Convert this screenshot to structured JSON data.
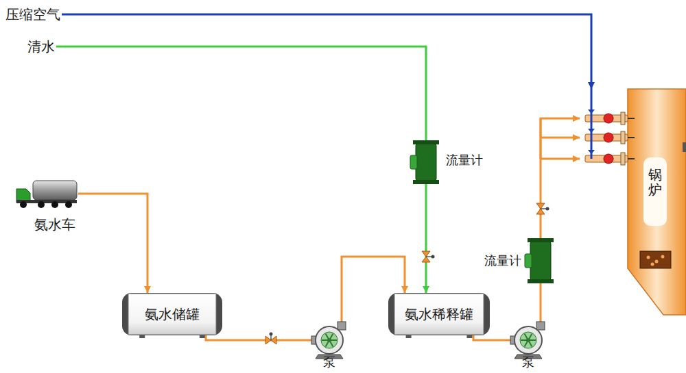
{
  "diagram": {
    "nodes": [
      {
        "text": [
          "压缩空气"
        ]
      },
      {
        "text": [
          "清水"
        ]
      },
      {
        "text": [
          "氨水车"
        ]
      },
      {
        "text": [
          "氨水储罐"
        ]
      },
      {
        "text": [
          "泵"
        ]
      },
      {
        "text": [
          "流量计"
        ]
      },
      {
        "text": [
          "氨水稀释罐"
        ]
      },
      {
        "text": [
          "泵"
        ]
      },
      {
        "text": [
          "流量计"
        ]
      },
      {
        "text": [
          "锅炉"
        ]
      }
    ],
    "edges": [
      {
        "from": 0,
        "to": 9,
        "arrow": "to"
      },
      {
        "from": 2,
        "to": 3,
        "arrow": "to"
      },
      {
        "from": 3,
        "to": 4,
        "arrow": "none"
      },
      {
        "from": 4,
        "to": 6,
        "arrow": "to"
      },
      {
        "from": 1,
        "to": 5,
        "arrow": "none"
      },
      {
        "from": 5,
        "to": 6,
        "arrow": "to"
      },
      {
        "from": 6,
        "to": 7,
        "arrow": "none"
      },
      {
        "from": 7,
        "to": 8,
        "arrow": "none"
      },
      {
        "from": 8,
        "to": 9,
        "arrow": "to"
      }
    ]
  }
}
